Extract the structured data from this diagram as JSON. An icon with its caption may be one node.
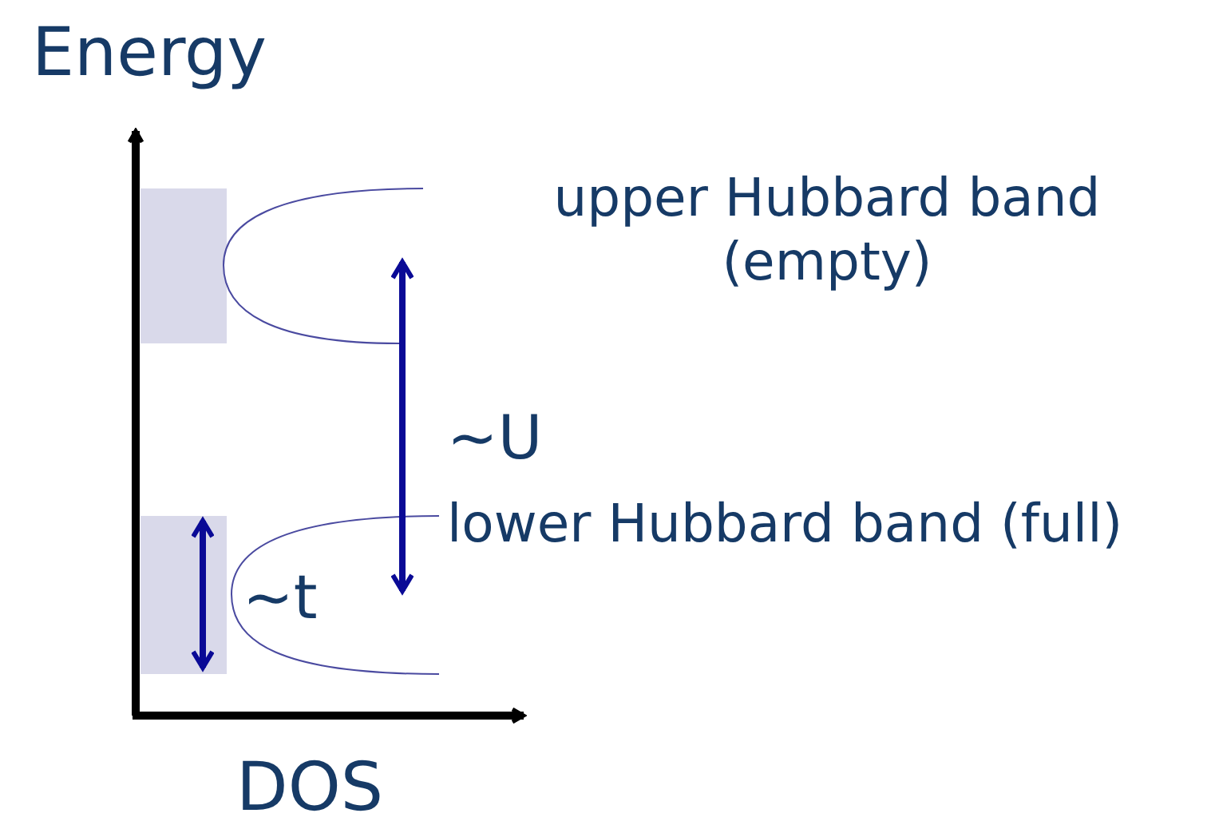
{
  "diagram": {
    "labels": [
      "Energy",
      "upper Hubbard band (empty)",
      "~U",
      "lower Hubbard band (full)",
      "~t",
      "DOS"
    ]
  }
}
